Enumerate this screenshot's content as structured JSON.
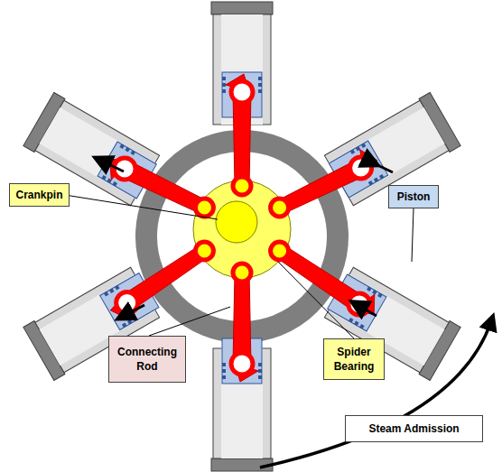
{
  "diagram": {
    "nodes": [
      {
        "text": [
          "Crankpin"
        ]
      },
      {
        "text": [
          "Piston"
        ]
      },
      {
        "text": [
          "Connecting Rod"
        ]
      },
      {
        "text": [
          "Spider Bearing"
        ]
      },
      {
        "text": [
          "Steam Admission"
        ]
      }
    ]
  }
}
